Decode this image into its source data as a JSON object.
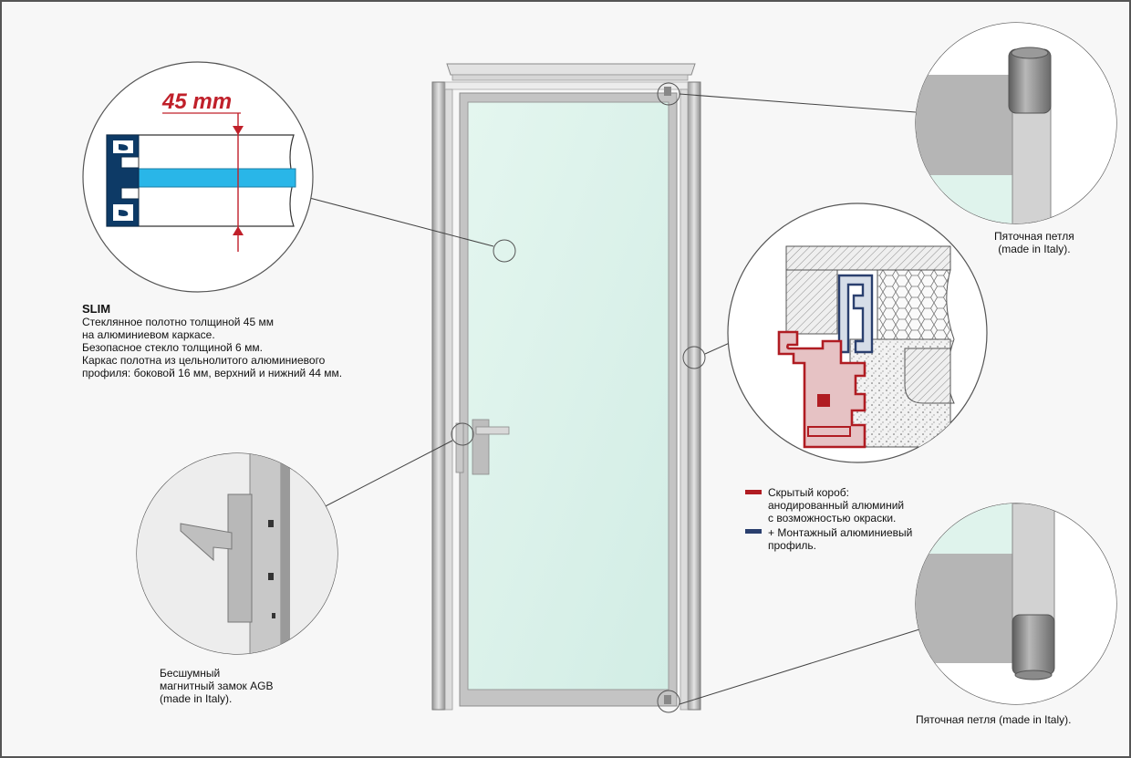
{
  "dimension": {
    "value": "45 mm"
  },
  "slim": {
    "title": "SLIM",
    "lines": [
      "Стеклянное полотно толщиной 45 мм",
      "на алюминиевом каркасе.",
      "Безопасное стекло толщиной 6 мм.",
      "Каркас полотна из цельнолитого алюминиевого",
      "профиля: боковой 16 мм, верхний и нижний 44 мм."
    ]
  },
  "lock": {
    "lines": [
      "Бесшумный",
      "магнитный замок AGB",
      "(made in Italy)."
    ]
  },
  "hinge_top": {
    "lines": [
      "Пяточная петля",
      "(made in Italy)."
    ]
  },
  "hinge_bottom": {
    "text": "Пяточная петля (made in Italy)."
  },
  "legend": {
    "items": [
      {
        "color": "#b01c22",
        "lines": [
          "Скрытый короб:",
          "анодированный алюминий",
          "с возможностью окраски."
        ]
      },
      {
        "color": "#2a3f6e",
        "lines": [
          "+ Монтажный алюминиевый",
          "профиль."
        ]
      }
    ]
  },
  "colors": {
    "dimension_red": "#c0202a",
    "box_red": "#b01c22",
    "mount_blue": "#2a3f6e",
    "glass": "#dff3ec",
    "glass_band": "#29b6e8"
  }
}
